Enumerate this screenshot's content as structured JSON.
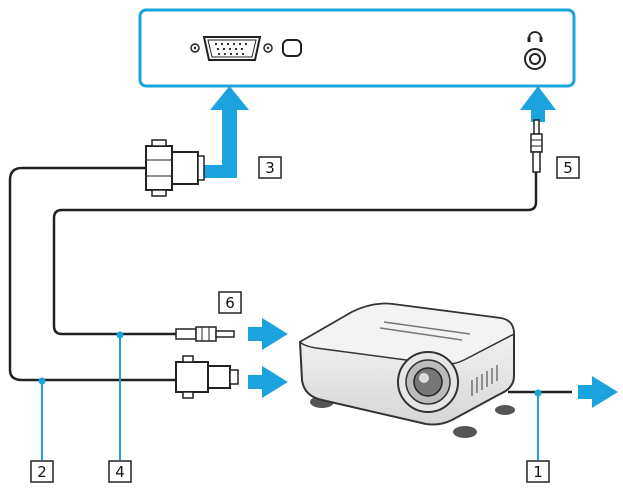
{
  "callouts": {
    "c1": "1",
    "c2": "2",
    "c3": "3",
    "c4": "4",
    "c5": "5",
    "c6": "6"
  },
  "colors": {
    "accent": "#1aa3dc",
    "line": "#222222",
    "panel_bg": "#ffffff"
  },
  "icons": {
    "vga_port": "vga-port-icon",
    "headphone_symbol": "headphone-icon",
    "projector": "projector-icon"
  }
}
